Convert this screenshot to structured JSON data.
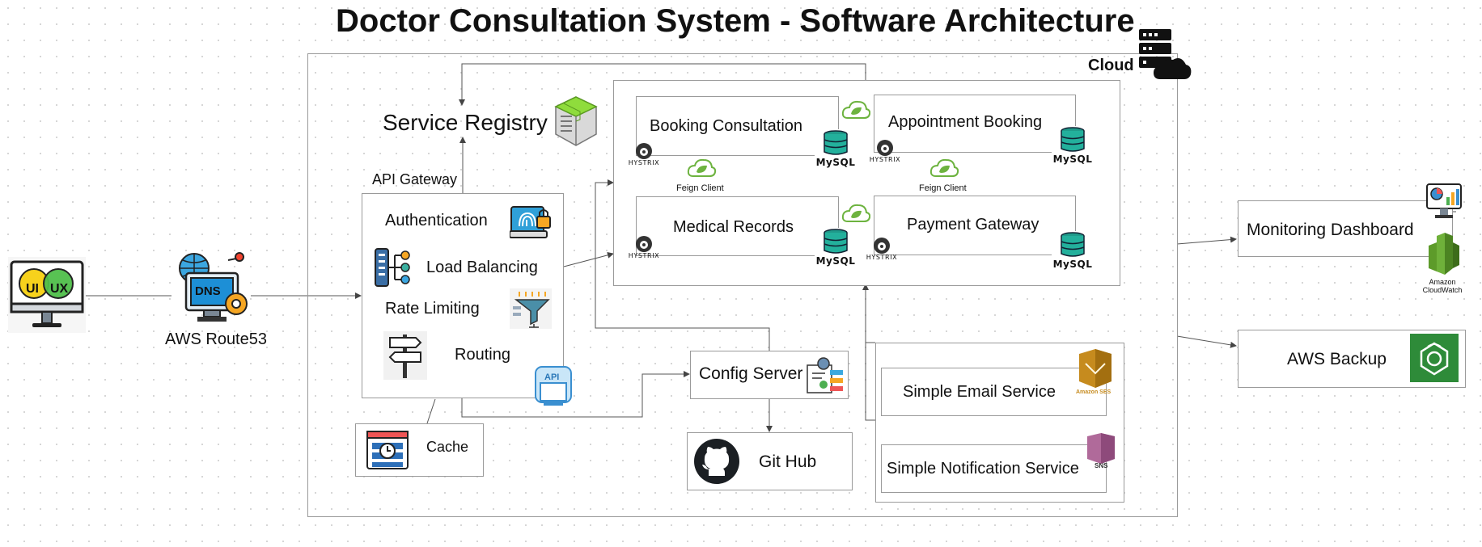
{
  "title": "Doctor Consultation System - Software Architecture",
  "cloud_label": "Cloud",
  "client": {
    "ui": "UI",
    "ux": "UX"
  },
  "dns": {
    "icon_text": "DNS",
    "label": "AWS Route53"
  },
  "gateway": {
    "label": "API Gateway",
    "items": [
      "Authentication",
      "Load Balancing",
      "Rate Limiting",
      "Routing"
    ],
    "api_icon_text": "API"
  },
  "cache_label": "Cache",
  "service_registry_label": "Service Registry",
  "services": [
    {
      "name": "Booking Consultation"
    },
    {
      "name": "Appointment Booking"
    },
    {
      "name": "Medical Records"
    },
    {
      "name": "Payment Gateway"
    }
  ],
  "db_label": "MySQL",
  "hystrix_label": "HYSTRIX",
  "feign_label": "Feign Client",
  "config_server_label": "Config Server",
  "github_label": "Git Hub",
  "notifications": {
    "email": "Simple Email Service",
    "email_icon_text": "Amazon SES",
    "sns": "Simple Notification Service",
    "sns_icon_text": "SNS"
  },
  "monitoring": {
    "label": "Monitoring Dashboard",
    "cloudwatch_text_1": "Amazon",
    "cloudwatch_text_2": "CloudWatch"
  },
  "backup": {
    "label": "AWS Backup"
  }
}
